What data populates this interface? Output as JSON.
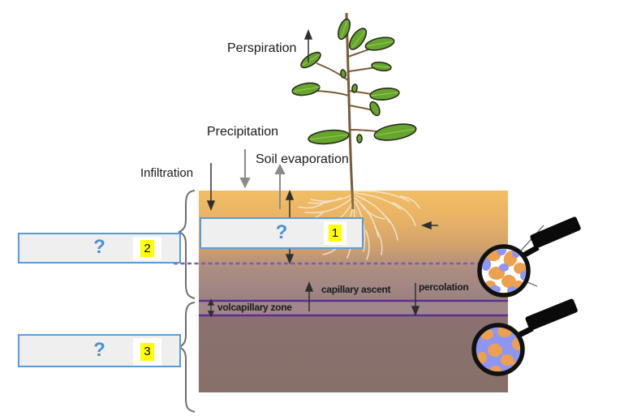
{
  "labels": {
    "perspiration": "Perspiration",
    "precipitation": "Precipitation",
    "soil_evaporation": "Soil evaporation",
    "infiltration": "Infiltration",
    "capillary_ascent": "capillary ascent",
    "percolation": "percolation",
    "volcapillary_zone": "volcapillary zone"
  },
  "answer_boxes": [
    {
      "placeholder": "?",
      "number": "1"
    },
    {
      "placeholder": "?",
      "number": "2"
    },
    {
      "placeholder": "?",
      "number": "3"
    }
  ],
  "icons": {
    "magnifier_topsoil": "magnifier-topsoil-icon",
    "magnifier_groundwater": "magnifier-groundwater-icon"
  },
  "colors": {
    "box_border": "#5B9BD5",
    "box_fill": "#EFEFEF",
    "question_mark": "#4A90D2",
    "number_highlight": "#FFFF00",
    "soil_top": "#F2BE62",
    "soil_bottom": "#8A7170",
    "capillary_line": "#5C2E91",
    "dashed_waterline": "#7B5CAD",
    "leaf_green": "#66A52E",
    "particle_orange": "#EDA04D",
    "water_blue": "#8D96F2"
  }
}
